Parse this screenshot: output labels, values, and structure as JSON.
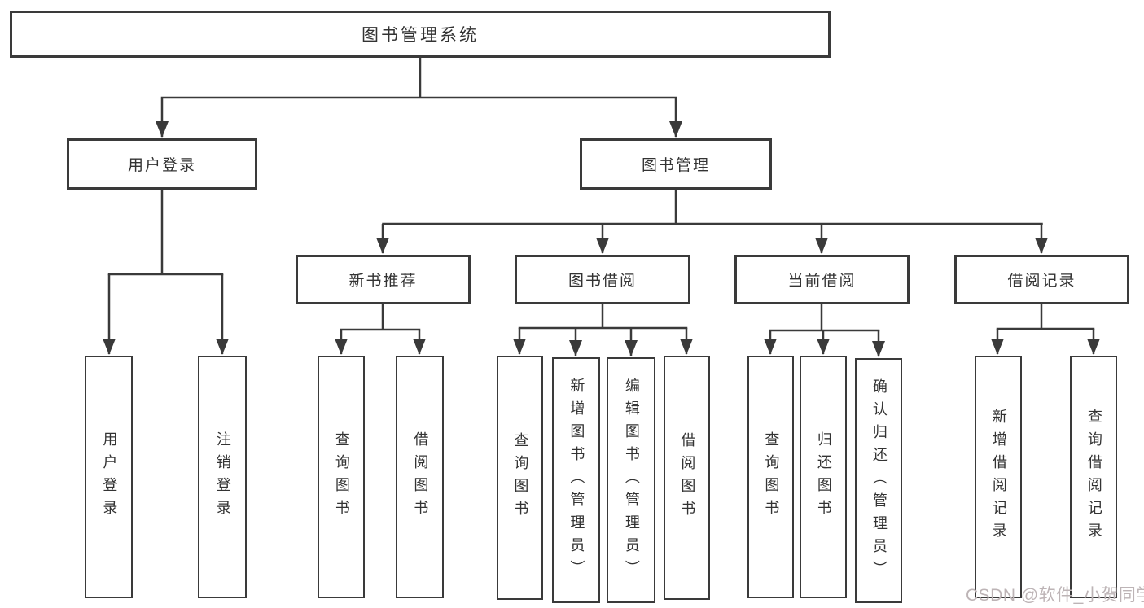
{
  "diagram": {
    "root": {
      "label": "图书管理系统"
    },
    "branches": [
      {
        "label": "用户登录",
        "children": [
          {
            "label": "用户登录"
          },
          {
            "label": "注销登录"
          }
        ]
      },
      {
        "label": "图书管理",
        "children": [
          {
            "label": "新书推荐",
            "children": [
              {
                "label": "查询图书"
              },
              {
                "label": "借阅图书"
              }
            ]
          },
          {
            "label": "图书借阅",
            "children": [
              {
                "label": "查询图书"
              },
              {
                "label": "新增图书（管理员）"
              },
              {
                "label": "编辑图书（管理员）"
              },
              {
                "label": "借阅图书"
              }
            ]
          },
          {
            "label": "当前借阅",
            "children": [
              {
                "label": "查询图书"
              },
              {
                "label": "归还图书"
              },
              {
                "label": "确认归还（管理员）"
              }
            ]
          },
          {
            "label": "借阅记录",
            "children": [
              {
                "label": "新增借阅记录"
              },
              {
                "label": "查询借阅记录"
              }
            ]
          }
        ]
      }
    ]
  },
  "colors": {
    "line": "#3a3a3a",
    "text": "#333333",
    "watermark": "#bdb4b6",
    "background": "#ffffff"
  },
  "watermark": {
    "text": "CSDN @软件_小贺同学"
  }
}
